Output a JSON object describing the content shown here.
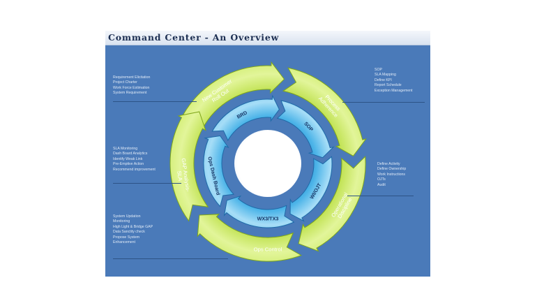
{
  "title": "Command Center - An Overview",
  "outer_cycle": [
    {
      "label_lines": [
        "New Customer",
        "Roll Out"
      ]
    },
    {
      "label_lines": [
        "Process",
        "Adherence"
      ]
    },
    {
      "label_lines": [
        "Operational",
        "Discipline"
      ]
    },
    {
      "label_lines": [
        "Ops Control"
      ]
    },
    {
      "label_lines": [
        "GAP Analysis-",
        "SLA"
      ]
    }
  ],
  "inner_cycle": [
    "BRD",
    "SOP",
    "WI/OJT",
    "WX3/TX3",
    "Ops Dash Board"
  ],
  "notes": {
    "new_customer": [
      "Requirement Elicitation",
      "Project Charter",
      "Work Force Estimation",
      "System Requirement"
    ],
    "process_adherence": [
      "SOP",
      "SLA Mapping",
      "Define KPI",
      "Report Schedule",
      "Exception Management"
    ],
    "gap_analysis": [
      "SLA Monitoring",
      "Dash Board Analytics",
      "Identify Weak Link",
      "Pre-Emptive Action",
      "Recommend improvement"
    ],
    "operational_discipline": [
      "Define Activity",
      "Define Ownership",
      "Work Instructions",
      "OJTs",
      "Audit"
    ],
    "ops_control": [
      "System Updation Monitoring",
      "High Light & Bridge GAP",
      "Data Sanctity check",
      "Propose System Enhancement"
    ]
  },
  "colors": {
    "background": "#4a7ab9",
    "outer_ring": "#b6dc3c",
    "inner_ring": "#4cb4e8",
    "outer_text": "#ffffff",
    "inner_text": "#163565"
  }
}
